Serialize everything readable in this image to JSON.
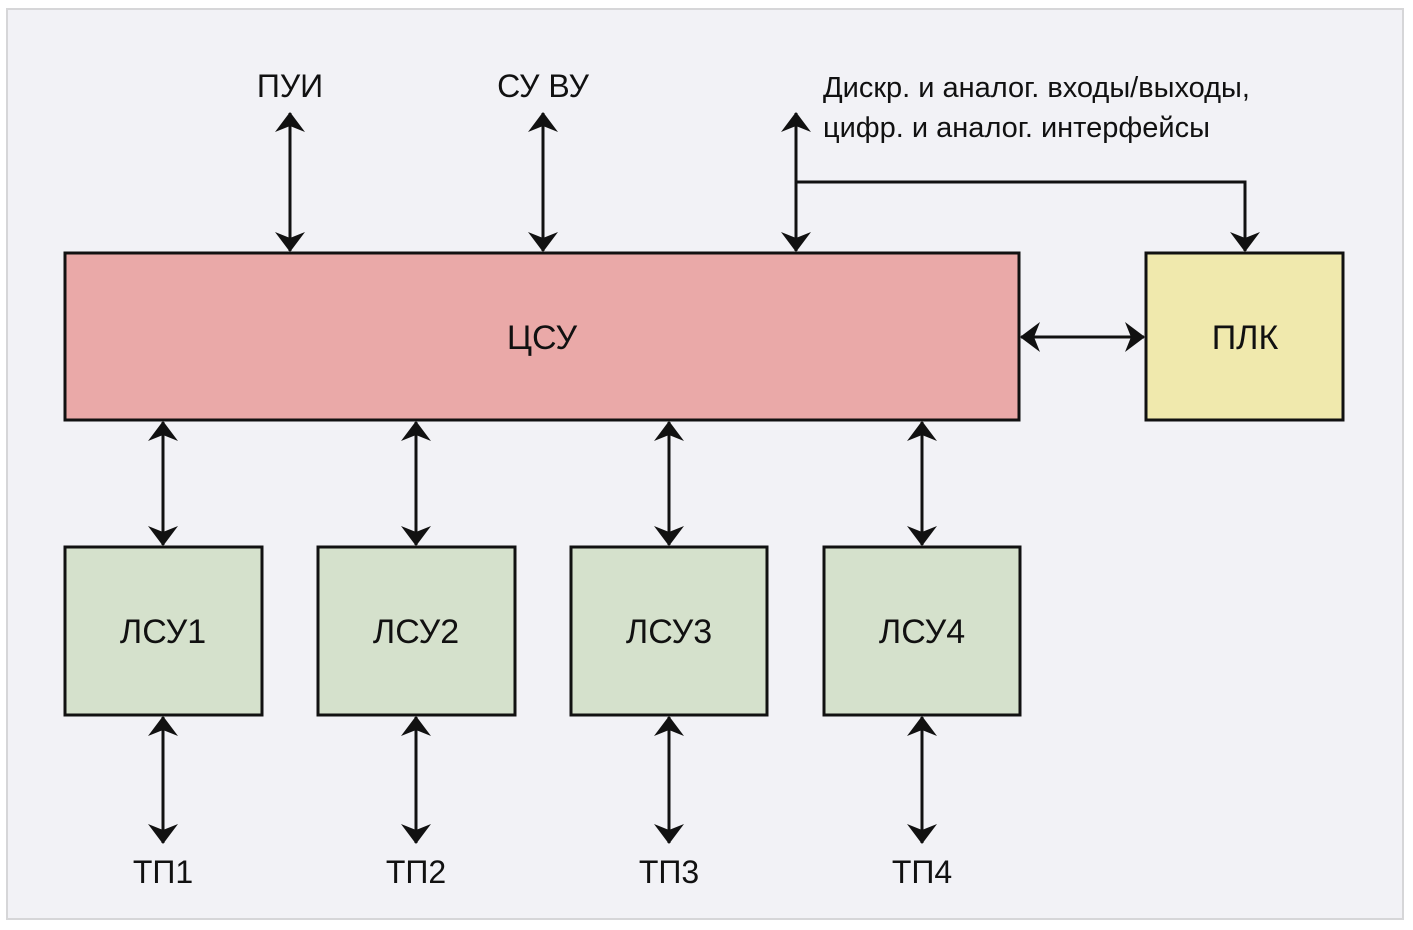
{
  "diagram": {
    "colors": {
      "central": "#eaa9a8",
      "plc": "#f0e9ad",
      "local": "#d5e1cc",
      "background": "#f2f2f6",
      "stroke": "#111111"
    },
    "nodes": {
      "csu": "ЦСУ",
      "plc": "ПЛК",
      "lsu": [
        "ЛСУ1",
        "ЛСУ2",
        "ЛСУ3",
        "ЛСУ4"
      ],
      "tp": [
        "ТП1",
        "ТП2",
        "ТП3",
        "ТП4"
      ]
    },
    "external": {
      "pui": "ПУИ",
      "su_vu": "СУ ВУ",
      "io_line1": "Дискр. и аналог. входы/выходы,",
      "io_line2": "цифр. и аналог. интерфейсы"
    },
    "edges": [
      {
        "from": "ПУИ",
        "to": "ЦСУ",
        "type": "bidirectional"
      },
      {
        "from": "СУ ВУ",
        "to": "ЦСУ",
        "type": "bidirectional"
      },
      {
        "from": "I/O",
        "to": "ЦСУ",
        "type": "bidirectional"
      },
      {
        "from": "I/O",
        "to": "ПЛК",
        "type": "directed"
      },
      {
        "from": "ЦСУ",
        "to": "ПЛК",
        "type": "bidirectional"
      },
      {
        "from": "ЦСУ",
        "to": "ЛСУ1",
        "type": "bidirectional"
      },
      {
        "from": "ЦСУ",
        "to": "ЛСУ2",
        "type": "bidirectional"
      },
      {
        "from": "ЦСУ",
        "to": "ЛСУ3",
        "type": "bidirectional"
      },
      {
        "from": "ЦСУ",
        "to": "ЛСУ4",
        "type": "bidirectional"
      },
      {
        "from": "ЛСУ1",
        "to": "ТП1",
        "type": "bidirectional"
      },
      {
        "from": "ЛСУ2",
        "to": "ТП2",
        "type": "bidirectional"
      },
      {
        "from": "ЛСУ3",
        "to": "ТП3",
        "type": "bidirectional"
      },
      {
        "from": "ЛСУ4",
        "to": "ТП4",
        "type": "bidirectional"
      }
    ]
  }
}
